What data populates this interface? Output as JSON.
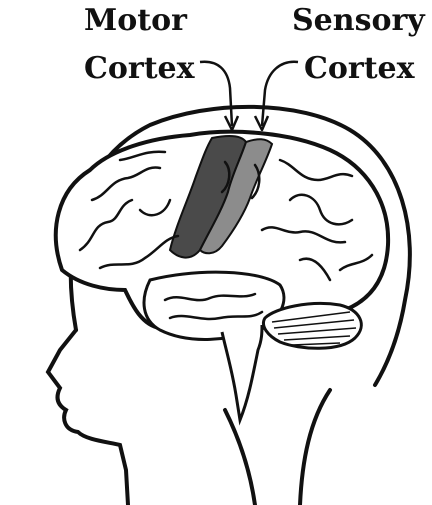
{
  "labels": {
    "motor_line1": "Motor",
    "motor_line2": "Cortex",
    "sensory_line1": "Sensory",
    "sensory_line2": "Cortex"
  },
  "colors": {
    "ink": "#111111",
    "background": "#ffffff",
    "motor_cortex_fill": "#4a4a4a",
    "sensory_cortex_fill": "#8c8c8c"
  },
  "icons": {
    "brain": "brain-illustration",
    "head": "head-silhouette"
  }
}
